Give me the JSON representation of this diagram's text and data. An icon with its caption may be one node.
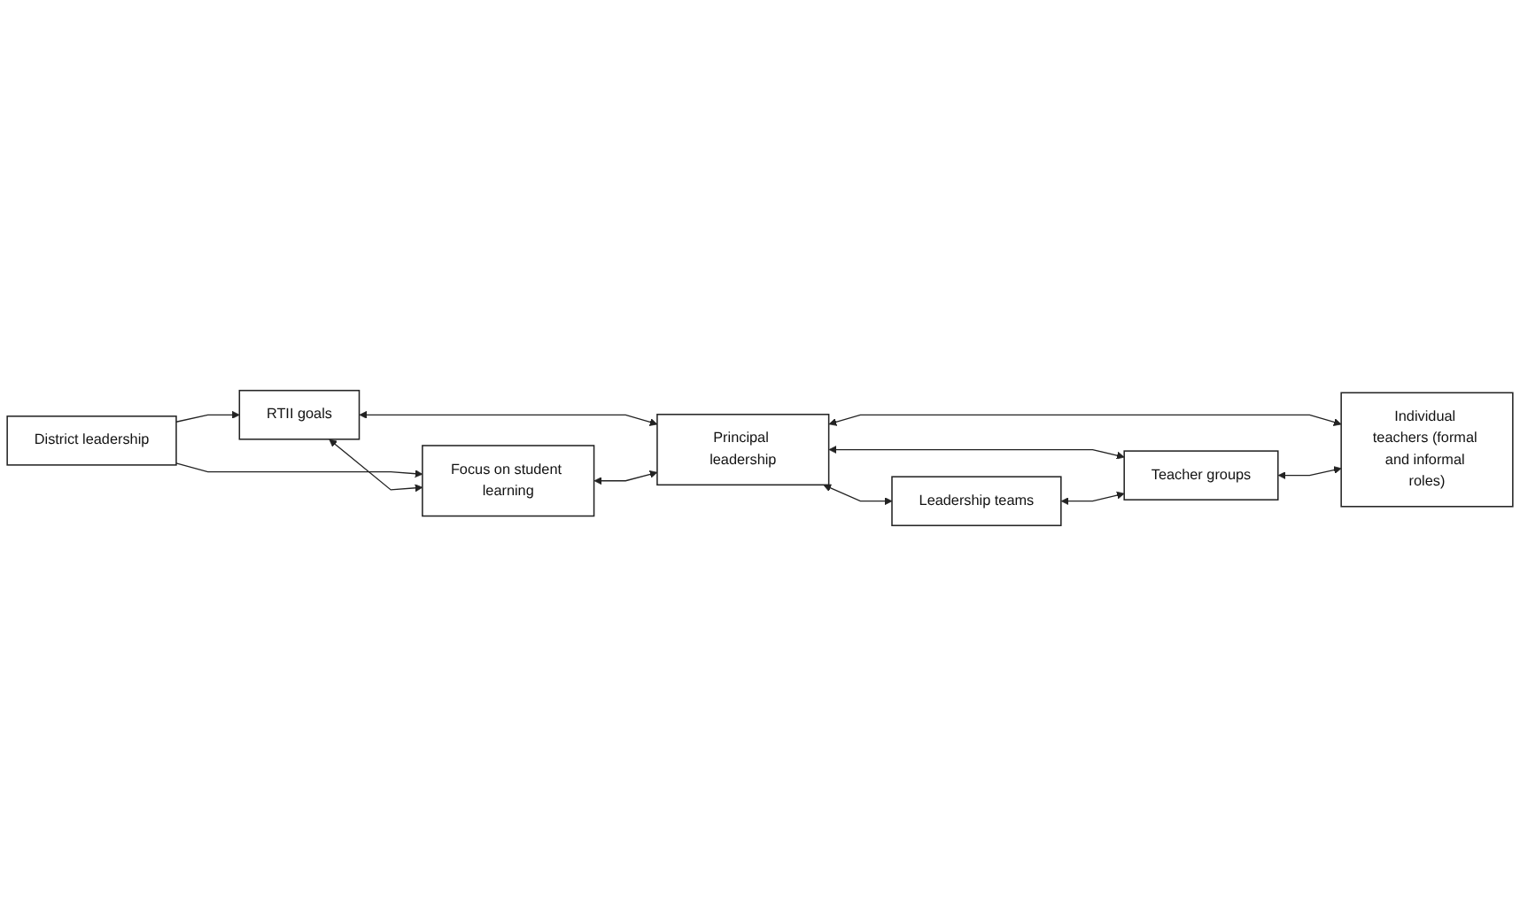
{
  "diagram": {
    "nodes": [
      {
        "text": [
          "District leadership"
        ]
      },
      {
        "text": [
          "RTII goals"
        ]
      },
      {
        "text": [
          "Focus on student learning"
        ]
      },
      {
        "text": [
          "Principal leadership"
        ]
      },
      {
        "text": [
          "Leadership teams"
        ]
      },
      {
        "text": [
          "Teacher groups"
        ]
      },
      {
        "text": [
          "Individual teachers (formal and informal roles)"
        ]
      }
    ],
    "edges": [
      {
        "from": 0,
        "to": 1,
        "arrow": "to"
      },
      {
        "from": 0,
        "to": 2,
        "arrow": "to"
      },
      {
        "from": 1,
        "to": 2,
        "arrow": "both"
      },
      {
        "from": 1,
        "to": 3,
        "arrow": "both"
      },
      {
        "from": 2,
        "to": 3,
        "arrow": "both"
      },
      {
        "from": 3,
        "to": 4,
        "arrow": "both"
      },
      {
        "from": 3,
        "to": 5,
        "arrow": "both"
      },
      {
        "from": 3,
        "to": 6,
        "arrow": "both"
      },
      {
        "from": 4,
        "to": 5,
        "arrow": "both"
      },
      {
        "from": 5,
        "to": 6,
        "arrow": "both"
      }
    ]
  }
}
